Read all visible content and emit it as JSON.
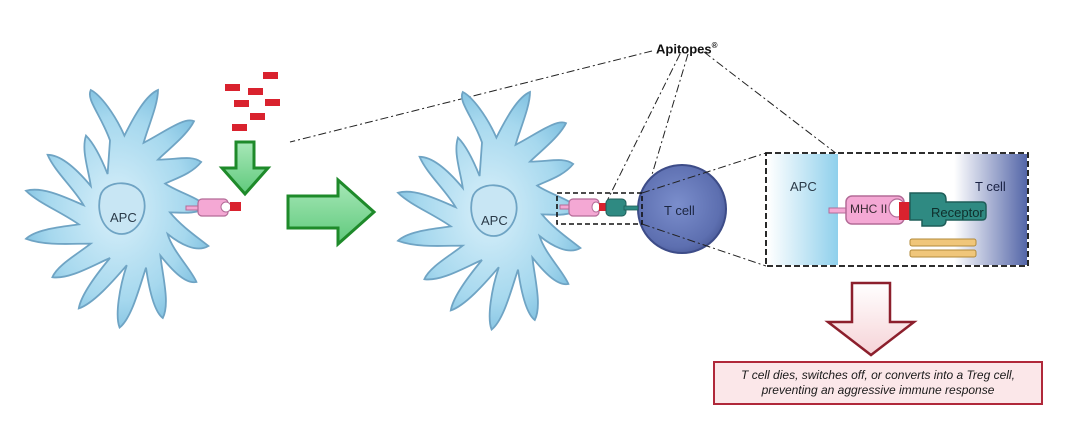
{
  "labels": {
    "apc_left": "APC",
    "apc_middle": "APC",
    "t_cell_round": "T cell",
    "apitopes": "Apitopes",
    "apitopes_mark": "®",
    "zoom_apc": "APC",
    "zoom_t_cell": "T cell",
    "mhc": "MHC II",
    "receptor": "Receptor"
  },
  "outcome": {
    "line1": "T cell dies, switches off, or converts into a Treg cell,",
    "line2": "preventing an aggressive immune response"
  },
  "colors": {
    "cell_body": "#a6d8ee",
    "cell_edge": "#6fa4c4",
    "nucleus": "#c8e6f4",
    "peptide": "#d9222e",
    "mhc": "#f4a8d4",
    "receptor": "#2f8a82",
    "t_cell": "#5d6fb0",
    "green_arrow": "#7fd69b",
    "green_arrow_edge": "#1e8a2a",
    "red_arrow": "#b0283a",
    "outcome_fill": "#fbe7e9"
  }
}
